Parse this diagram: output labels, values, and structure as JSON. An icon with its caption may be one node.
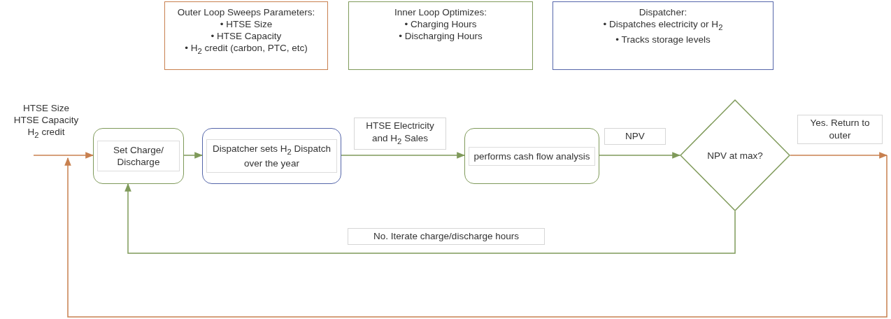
{
  "diagram": {
    "nodes": [
      {
        "text": [
          "Outer Loop Sweeps Parameters:",
          "• HTSE Size",
          "• HTSE Capacity",
          "• H$_{2}$ credit (carbon, PTC, etc)"
        ]
      },
      {
        "text": [
          "Inner Loop Optimizes:",
          "• Charging Hours",
          "• Discharging Hours"
        ]
      },
      {
        "text": [
          "Dispatcher:",
          "• Dispatches electricity or H$_{2}$",
          "• Tracks storage levels"
        ]
      },
      {
        "text": [
          "HTSE Size",
          "HTSE Capacity",
          "H$_{2}$ credit"
        ]
      },
      {
        "text": [
          "Set Charge/ Discharge"
        ]
      },
      {
        "text": [
          "Dispatcher sets H$_{2}$ Dispatch over the year"
        ]
      },
      {
        "text": [
          "performs cash flow analysis"
        ]
      },
      {
        "text": [
          "NPV at max?"
        ]
      }
    ],
    "edges": [
      {
        "from": 3,
        "to": 4,
        "arrow": "to",
        "color": "#c8804f"
      },
      {
        "from": 4,
        "to": 5,
        "arrow": "to"
      },
      {
        "from": 5,
        "to": 6,
        "arrow": "to",
        "label": "HTSE Electricity and H$_{2}$ Sales"
      },
      {
        "from": 6,
        "to": 7,
        "arrow": "to",
        "label": "NPV"
      },
      {
        "from": 7,
        "to": null,
        "arrow": "to",
        "label": "Yes. Return to outer",
        "color": "#c8804f"
      },
      {
        "from": null,
        "to": 4,
        "arrow": "to",
        "color": "#c8804f"
      },
      {
        "from": 7,
        "to": 4,
        "arrow": "to",
        "label": "No. Iterate charge/discharge hours"
      }
    ]
  }
}
